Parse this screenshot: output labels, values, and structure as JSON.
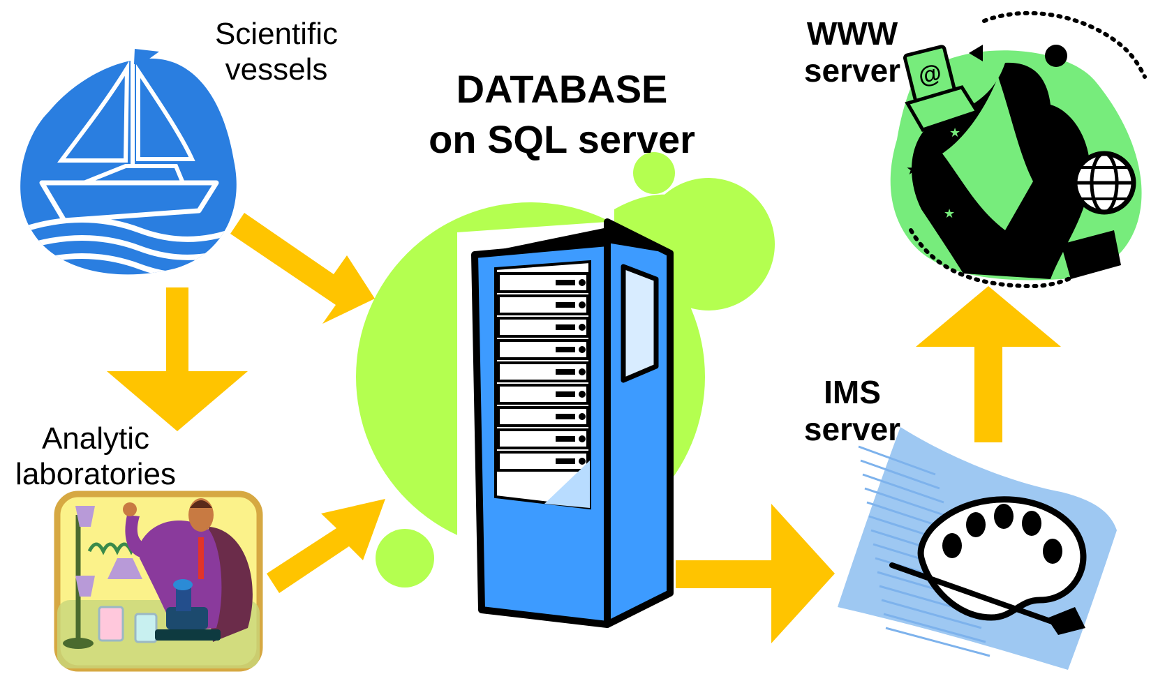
{
  "nodes": {
    "vessels": {
      "line1": "Scientific",
      "line2": "vessels"
    },
    "laboratories": {
      "line1": "Analytic",
      "line2": "laboratories"
    },
    "database": {
      "line1": "DATABASE",
      "line2": "on SQL server"
    },
    "www": {
      "line1": "WWW",
      "line2": "server"
    },
    "ims": {
      "line1": "IMS",
      "line2": "server"
    }
  },
  "edges": [
    {
      "from": "vessels",
      "to": "laboratories"
    },
    {
      "from": "vessels",
      "to": "database"
    },
    {
      "from": "laboratories",
      "to": "database"
    },
    {
      "from": "database",
      "to": "ims"
    },
    {
      "from": "ims",
      "to": "www"
    }
  ],
  "icons": {
    "vessels": "sailboat-icon",
    "laboratories": "laboratory-scientist-icon",
    "database": "server-rack-icon",
    "www": "web-user-globe-icon",
    "ims": "paint-palette-icon"
  },
  "colors": {
    "arrow": "#ffc400",
    "blob": "#b4ff50",
    "ship": "#2a7ee0",
    "server": "#3d9bff",
    "web_green": "#77ec7c",
    "paper_blue": "#9ec8f2",
    "lab_yellow": "#fbf28a"
  }
}
